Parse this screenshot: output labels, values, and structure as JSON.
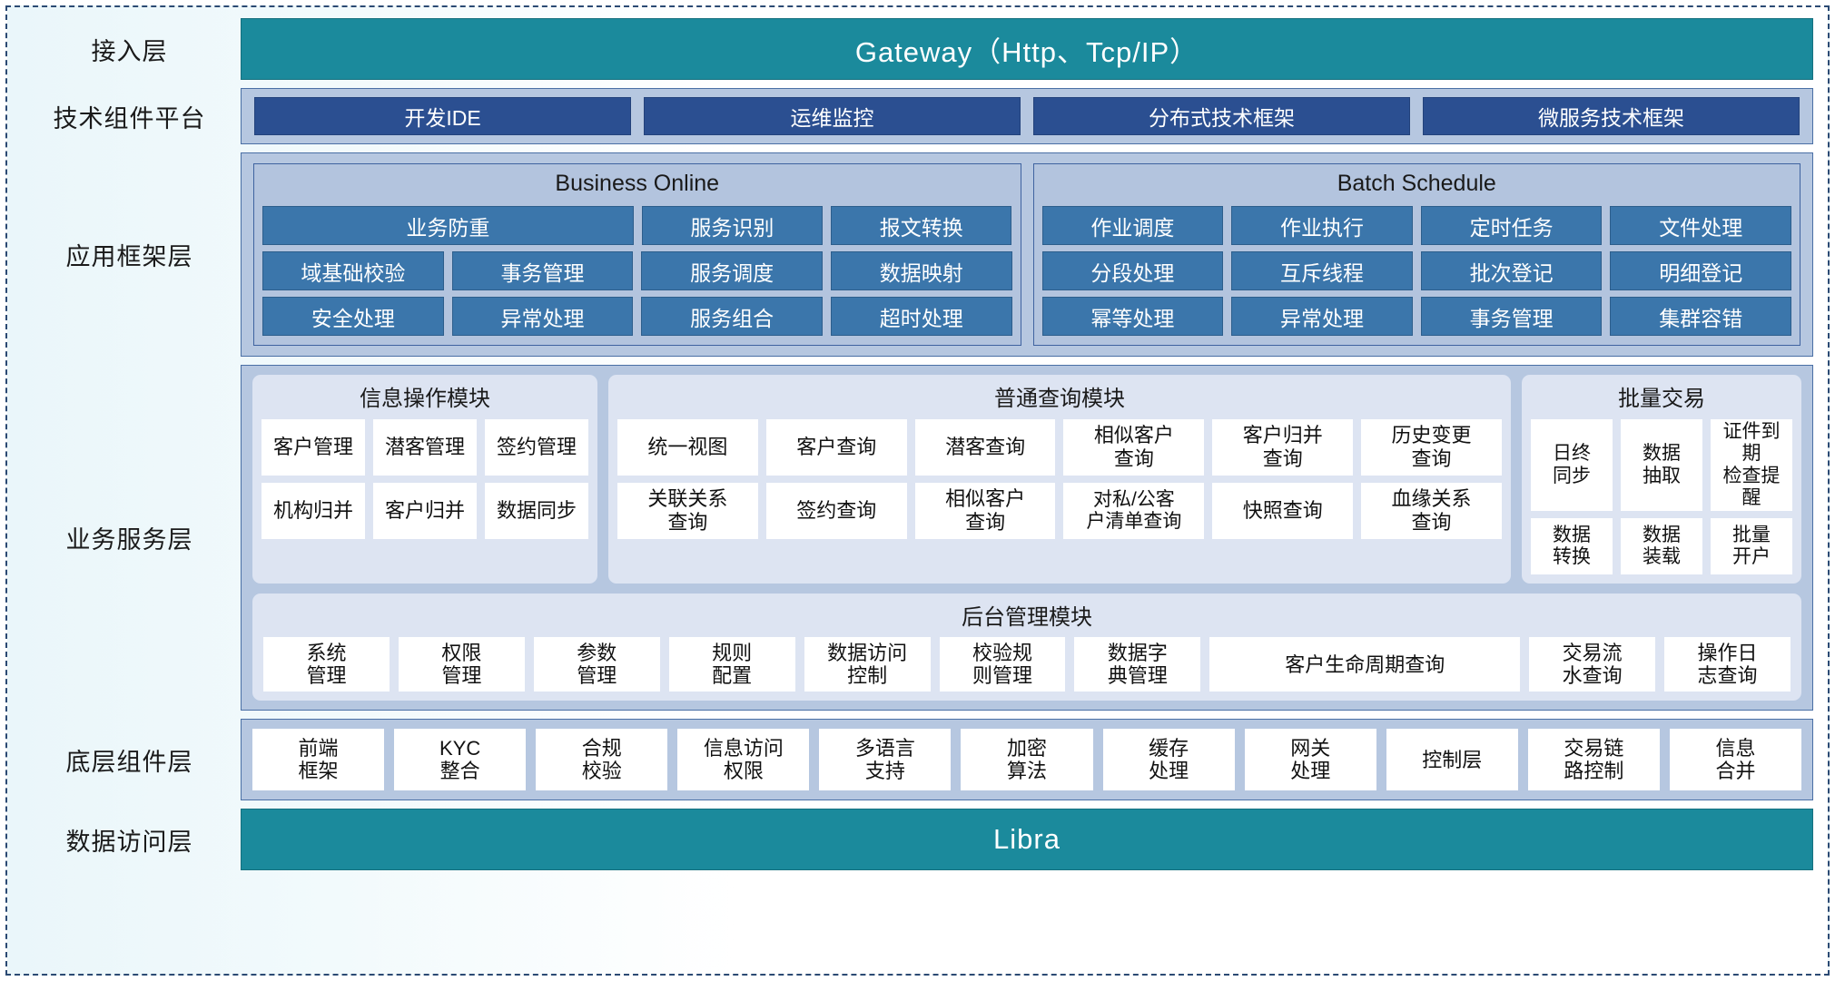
{
  "layers": {
    "access": {
      "label": "接入层",
      "bar": "Gateway（Http、Tcp/IP）"
    },
    "tech": {
      "label": "技术组件平台",
      "chips": [
        "开发IDE",
        "运维监控",
        "分布式技术框架",
        "微服务技术框架"
      ]
    },
    "appframe": {
      "label": "应用框架层",
      "groups": [
        {
          "title": "Business Online",
          "rows": [
            [
              {
                "text": "业务防重",
                "span": 2
              },
              {
                "text": "服务识别",
                "span": 1
              },
              {
                "text": "报文转换",
                "span": 1
              }
            ],
            [
              {
                "text": "域基础校验",
                "span": 1
              },
              {
                "text": "事务管理",
                "span": 1
              },
              {
                "text": "服务调度",
                "span": 1
              },
              {
                "text": "数据映射",
                "span": 1
              }
            ],
            [
              {
                "text": "安全处理",
                "span": 1
              },
              {
                "text": "异常处理",
                "span": 1
              },
              {
                "text": "服务组合",
                "span": 1
              },
              {
                "text": "超时处理",
                "span": 1
              }
            ]
          ]
        },
        {
          "title": "Batch Schedule",
          "rows": [
            [
              {
                "text": "作业调度",
                "span": 1
              },
              {
                "text": "作业执行",
                "span": 1
              },
              {
                "text": "定时任务",
                "span": 1
              },
              {
                "text": "文件处理",
                "span": 1
              }
            ],
            [
              {
                "text": "分段处理",
                "span": 1
              },
              {
                "text": "互斥线程",
                "span": 1
              },
              {
                "text": "批次登记",
                "span": 1
              },
              {
                "text": "明细登记",
                "span": 1
              }
            ],
            [
              {
                "text": "幂等处理",
                "span": 1
              },
              {
                "text": "异常处理",
                "span": 1
              },
              {
                "text": "事务管理",
                "span": 1
              },
              {
                "text": "集群容错",
                "span": 1
              }
            ]
          ]
        }
      ]
    },
    "bizservice": {
      "label": "业务服务层",
      "info_module": {
        "title": "信息操作模块",
        "rows": [
          [
            "客户管理",
            "潜客管理",
            "签约管理"
          ],
          [
            "机构归并",
            "客户归并",
            "数据同步"
          ]
        ]
      },
      "query_module": {
        "title": "普通查询模块",
        "rows": [
          [
            "统一视图",
            "客户查询",
            "潜客查询",
            "相似客户\n查询",
            "客户归并\n查询",
            "历史变更\n查询"
          ],
          [
            "关联关系\n查询",
            "签约查询",
            "相似客户\n查询",
            "对私/公客\n户清单查询",
            "快照查询",
            "血缘关系\n查询"
          ]
        ]
      },
      "batch_module": {
        "title": "批量交易",
        "rows": [
          [
            "日终\n同步",
            "数据\n抽取",
            "证件到期\n检查提醒"
          ],
          [
            "数据\n转换",
            "数据\n装载",
            "批量\n开户"
          ]
        ]
      },
      "backoffice_module": {
        "title": "后台管理模块",
        "cells": [
          {
            "text": "系统\n管理",
            "wide": false
          },
          {
            "text": "权限\n管理",
            "wide": false
          },
          {
            "text": "参数\n管理",
            "wide": false
          },
          {
            "text": "规则\n配置",
            "wide": false
          },
          {
            "text": "数据访问\n控制",
            "wide": false
          },
          {
            "text": "校验规\n则管理",
            "wide": false
          },
          {
            "text": "数据字\n典管理",
            "wide": false
          },
          {
            "text": "客户生命周期查询",
            "wide": true
          },
          {
            "text": "交易流\n水查询",
            "wide": false
          },
          {
            "text": "操作日\n志查询",
            "wide": false
          }
        ]
      }
    },
    "component": {
      "label": "底层组件层",
      "cells": [
        "前端\n框架",
        "KYC\n整合",
        "合规\n校验",
        "信息访问\n权限",
        "多语言\n支持",
        "加密\n算法",
        "缓存\n处理",
        "网关\n处理",
        "控制层",
        "交易链\n路控制",
        "信息\n合并"
      ]
    },
    "dataaccess": {
      "label": "数据访问层",
      "bar": "Libra"
    }
  },
  "colors": {
    "teal": "#1b8a9c",
    "band_blue": "#b6c7e0",
    "chip_dark_blue": "#2b4f91",
    "app_cell_blue": "#3b76ab",
    "group_light": "#dde4f2",
    "frame_border": "#2b4a73"
  }
}
